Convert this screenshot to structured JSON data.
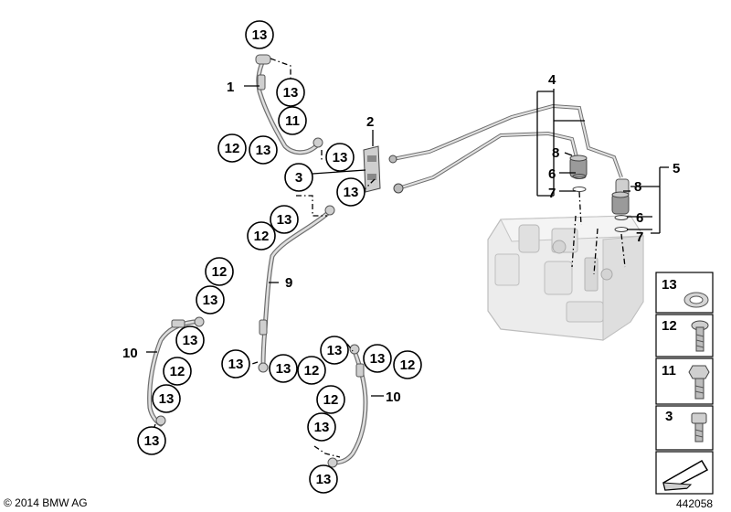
{
  "labels": {
    "n1": "1",
    "n2": "2",
    "n3": "3",
    "n4": "4",
    "n5": "5",
    "n6": "6",
    "n7": "7",
    "n8": "8",
    "n9": "9",
    "n10": "10",
    "n11": "11",
    "n12": "12",
    "n13": "13"
  },
  "legend": [
    {
      "label": "13",
      "icon": "seal-ring-icon"
    },
    {
      "label": "12",
      "icon": "banjo-bolt-icon"
    },
    {
      "label": "11",
      "icon": "hex-bolt-icon"
    },
    {
      "label": "3",
      "icon": "socket-screw-icon"
    }
  ],
  "copyright": "© 2014 BMW AG",
  "diagram_number": "442058",
  "colors": {
    "ink": "#000000",
    "part_gray": "#cfcfcf",
    "part_light": "#ececec"
  }
}
